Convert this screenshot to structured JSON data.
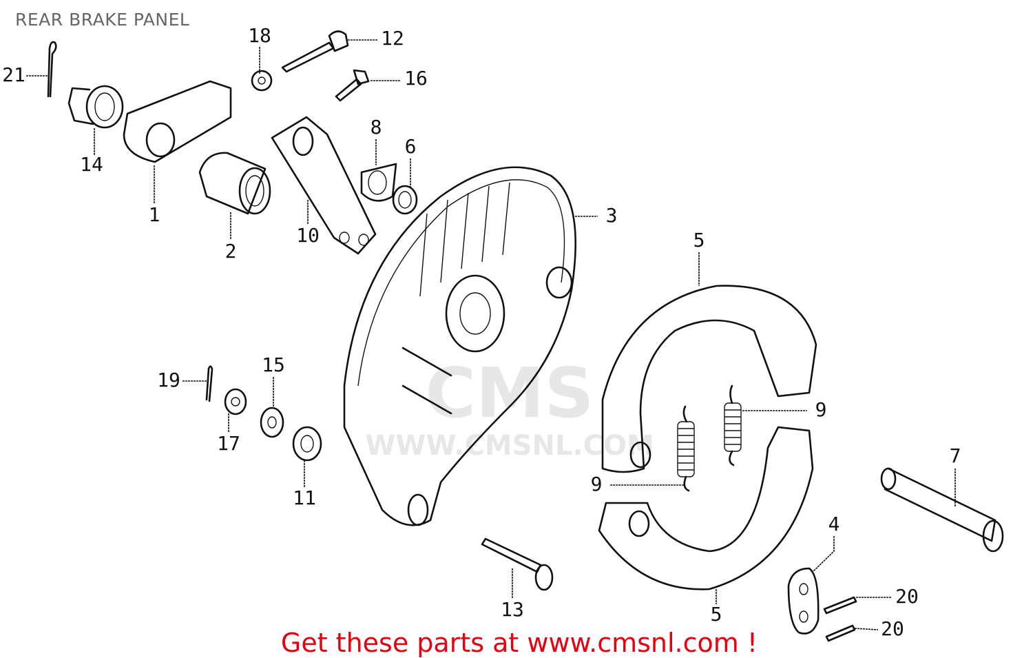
{
  "title": "REAR BRAKE PANEL",
  "watermark": {
    "logo": "CMS",
    "url": "WWW.CMSNL.COM"
  },
  "callouts": [
    "18",
    "12",
    "21",
    "16",
    "14",
    "8",
    "6",
    "1",
    "3",
    "10",
    "2",
    "5",
    "9",
    "19",
    "15",
    "17",
    "9",
    "11",
    "7",
    "4",
    "13",
    "20",
    "5",
    "20"
  ],
  "footer": "Get these parts at www.cmsnl.com !",
  "colors": {
    "footer": "#e8000e",
    "title": "#666666",
    "watermark": "#dddddd"
  }
}
